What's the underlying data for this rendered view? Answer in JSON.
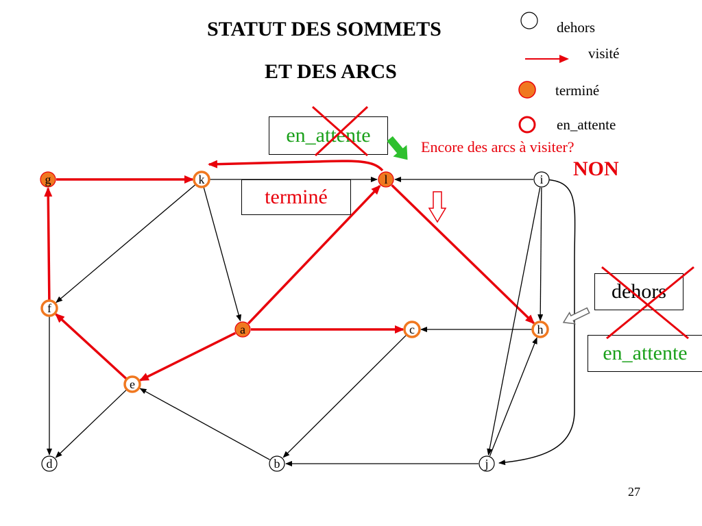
{
  "title_line1": "STATUT DES SOMMETS",
  "title_line2": "ET DES ARCS",
  "legend": {
    "dehors": "dehors",
    "visite": "visité",
    "termine": "terminé",
    "en_attente": "en_attente"
  },
  "boxes": {
    "top_en_attente": "en_attente",
    "termine": "terminé",
    "dehors": "dehors",
    "right_en_attente": "en_attente"
  },
  "question": "Encore des arcs à visiter?",
  "answer": "NON",
  "page_number": "27",
  "colors": {
    "red": "#e8000b",
    "orange": "#f07820",
    "green": "#1aa01a",
    "black": "#000000"
  },
  "nodes": [
    {
      "id": "g",
      "status": "termine"
    },
    {
      "id": "k",
      "status": "en_attente"
    },
    {
      "id": "l",
      "status": "termine"
    },
    {
      "id": "i",
      "status": "dehors"
    },
    {
      "id": "f",
      "status": "en_attente"
    },
    {
      "id": "a",
      "status": "termine"
    },
    {
      "id": "c",
      "status": "en_attente"
    },
    {
      "id": "h",
      "status": "en_attente"
    },
    {
      "id": "e",
      "status": "en_attente"
    },
    {
      "id": "d",
      "status": "dehors"
    },
    {
      "id": "b",
      "status": "dehors"
    },
    {
      "id": "j",
      "status": "dehors"
    }
  ],
  "edges": [
    {
      "from": "g",
      "to": "k",
      "status": "visite"
    },
    {
      "from": "f",
      "to": "g",
      "status": "visite"
    },
    {
      "from": "l",
      "to": "k",
      "status": "visite"
    },
    {
      "from": "a",
      "to": "l",
      "status": "visite"
    },
    {
      "from": "l",
      "to": "h",
      "status": "visite"
    },
    {
      "from": "a",
      "to": "c",
      "status": "visite"
    },
    {
      "from": "a",
      "to": "e",
      "status": "visite"
    },
    {
      "from": "e",
      "to": "f",
      "status": "visite"
    },
    {
      "from": "k",
      "to": "l",
      "status": "normal"
    },
    {
      "from": "i",
      "to": "l",
      "status": "normal"
    },
    {
      "from": "k",
      "to": "f",
      "status": "normal"
    },
    {
      "from": "k",
      "to": "a",
      "status": "normal"
    },
    {
      "from": "i",
      "to": "h",
      "status": "normal"
    },
    {
      "from": "i",
      "to": "j",
      "status": "normal"
    },
    {
      "from": "h",
      "to": "c",
      "status": "normal"
    },
    {
      "from": "f",
      "to": "d",
      "status": "normal"
    },
    {
      "from": "e",
      "to": "d",
      "status": "normal"
    },
    {
      "from": "b",
      "to": "e",
      "status": "normal"
    },
    {
      "from": "c",
      "to": "b",
      "status": "normal"
    },
    {
      "from": "j",
      "to": "b",
      "status": "normal"
    },
    {
      "from": "j",
      "to": "h",
      "status": "normal"
    }
  ]
}
